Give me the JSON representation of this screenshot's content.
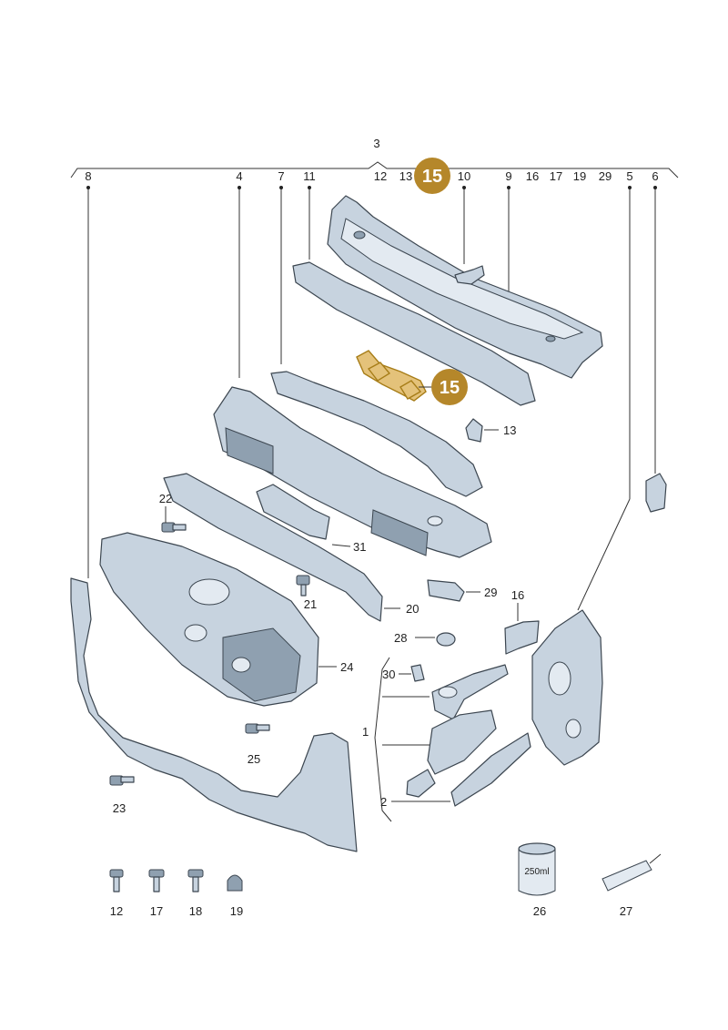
{
  "diagram": {
    "top_numbers": [
      "3",
      "8",
      "4",
      "7",
      "11",
      "12",
      "13",
      "15",
      "10",
      "9",
      "16",
      "17",
      "19",
      "29",
      "5",
      "6"
    ],
    "highlight_label": "15",
    "callouts": [
      "13",
      "22",
      "31",
      "21",
      "20",
      "29",
      "16",
      "28",
      "24",
      "30",
      "1",
      "25",
      "23",
      "2",
      "12",
      "17",
      "18",
      "19",
      "26",
      "27"
    ],
    "can_label": "250ml",
    "colors": {
      "part": "#c7d3df",
      "outline": "#3c4650",
      "highlight": "#b5872a",
      "highlight_fill": "#e4c27a"
    }
  }
}
